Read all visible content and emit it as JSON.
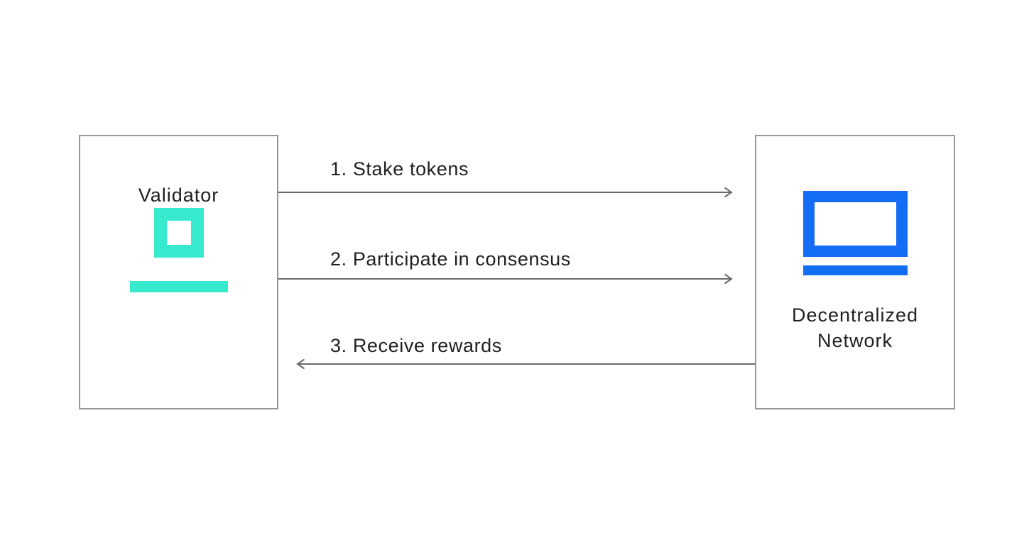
{
  "diagram": {
    "nodes": {
      "validator": {
        "label": "Validator",
        "icon": "server-block-icon",
        "accent_color": "#38EACD"
      },
      "network": {
        "label": "Decentralized Network",
        "icon": "monitor-icon",
        "accent_color": "#146EF5"
      }
    },
    "flows": [
      {
        "step": 1,
        "label": "1. Stake tokens",
        "direction": "left-to-right"
      },
      {
        "step": 2,
        "label": "2. Participate in consensus",
        "direction": "left-to-right"
      },
      {
        "step": 3,
        "label": "3. Receive rewards",
        "direction": "right-to-left"
      }
    ],
    "colors": {
      "background": "#FFFFFF",
      "box_border": "#979797",
      "arrow": "#6A6A6A",
      "text": "#1F1F1F"
    }
  }
}
